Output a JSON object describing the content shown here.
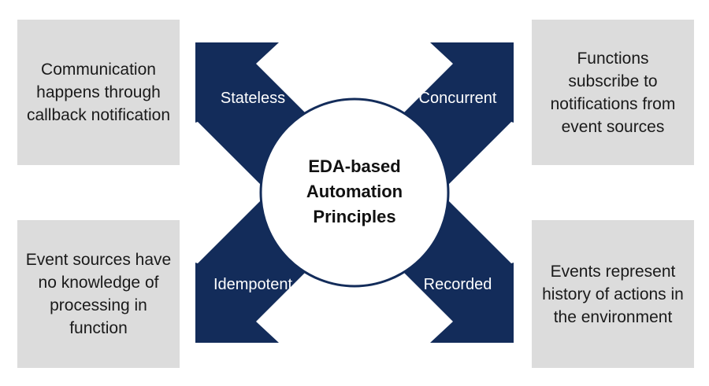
{
  "center": {
    "line1": "EDA-based",
    "line2": "Automation",
    "line3": "Principles"
  },
  "arrows": {
    "top_left": "Stateless",
    "top_right": "Concurrent",
    "bottom_left": "Idempotent",
    "bottom_right": "Recorded"
  },
  "boxes": {
    "top_left": "Communication happens through callback notification",
    "top_right": "Functions subscribe to notifications from event sources",
    "bottom_left": "Event sources have no knowledge of processing in function",
    "bottom_right": "Events represent history of actions in the environment"
  },
  "colors": {
    "arrow": "#132c5a",
    "box": "#dcdcdc",
    "circle_fill": "#ffffff"
  }
}
